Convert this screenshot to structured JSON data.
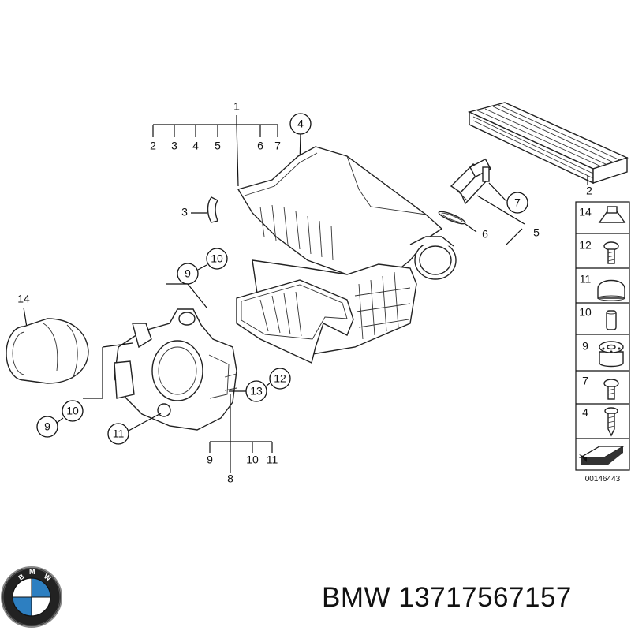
{
  "callouts": {
    "c1": "1",
    "c2a": "2",
    "c3a": "3",
    "c4a": "4",
    "c5a": "5",
    "c6a": "6",
    "c7a": "7",
    "c2_filter": "2",
    "c3_clip": "3",
    "c4_circle": "4",
    "c7_circle": "7",
    "c6_seal": "6",
    "c5_sensor": "5",
    "c9_top": "9",
    "c10_top": "10",
    "c14_left": "14",
    "c10_left": "10",
    "c9_left": "9",
    "c11_bottom": "11",
    "c12_right": "12",
    "c13_right": "13",
    "c9_bottom": "9",
    "c10_bottom": "10",
    "c11_bottomb": "11",
    "c8_bottom": "8"
  },
  "legend": {
    "items": [
      {
        "label": "14",
        "icon": "clip-nut-icon"
      },
      {
        "label": "12",
        "icon": "screw-icon"
      },
      {
        "label": "11",
        "icon": "rubber-cap-icon"
      },
      {
        "label": "10",
        "icon": "sleeve-icon"
      },
      {
        "label": "9",
        "icon": "grommet-icon"
      },
      {
        "label": "7",
        "icon": "torx-screw-icon"
      },
      {
        "label": "4",
        "icon": "self-tapping-screw-icon"
      }
    ],
    "diagram_number": "00146443"
  },
  "brand": {
    "logo_letters": "BMW",
    "text": "BMW 13717567157"
  }
}
